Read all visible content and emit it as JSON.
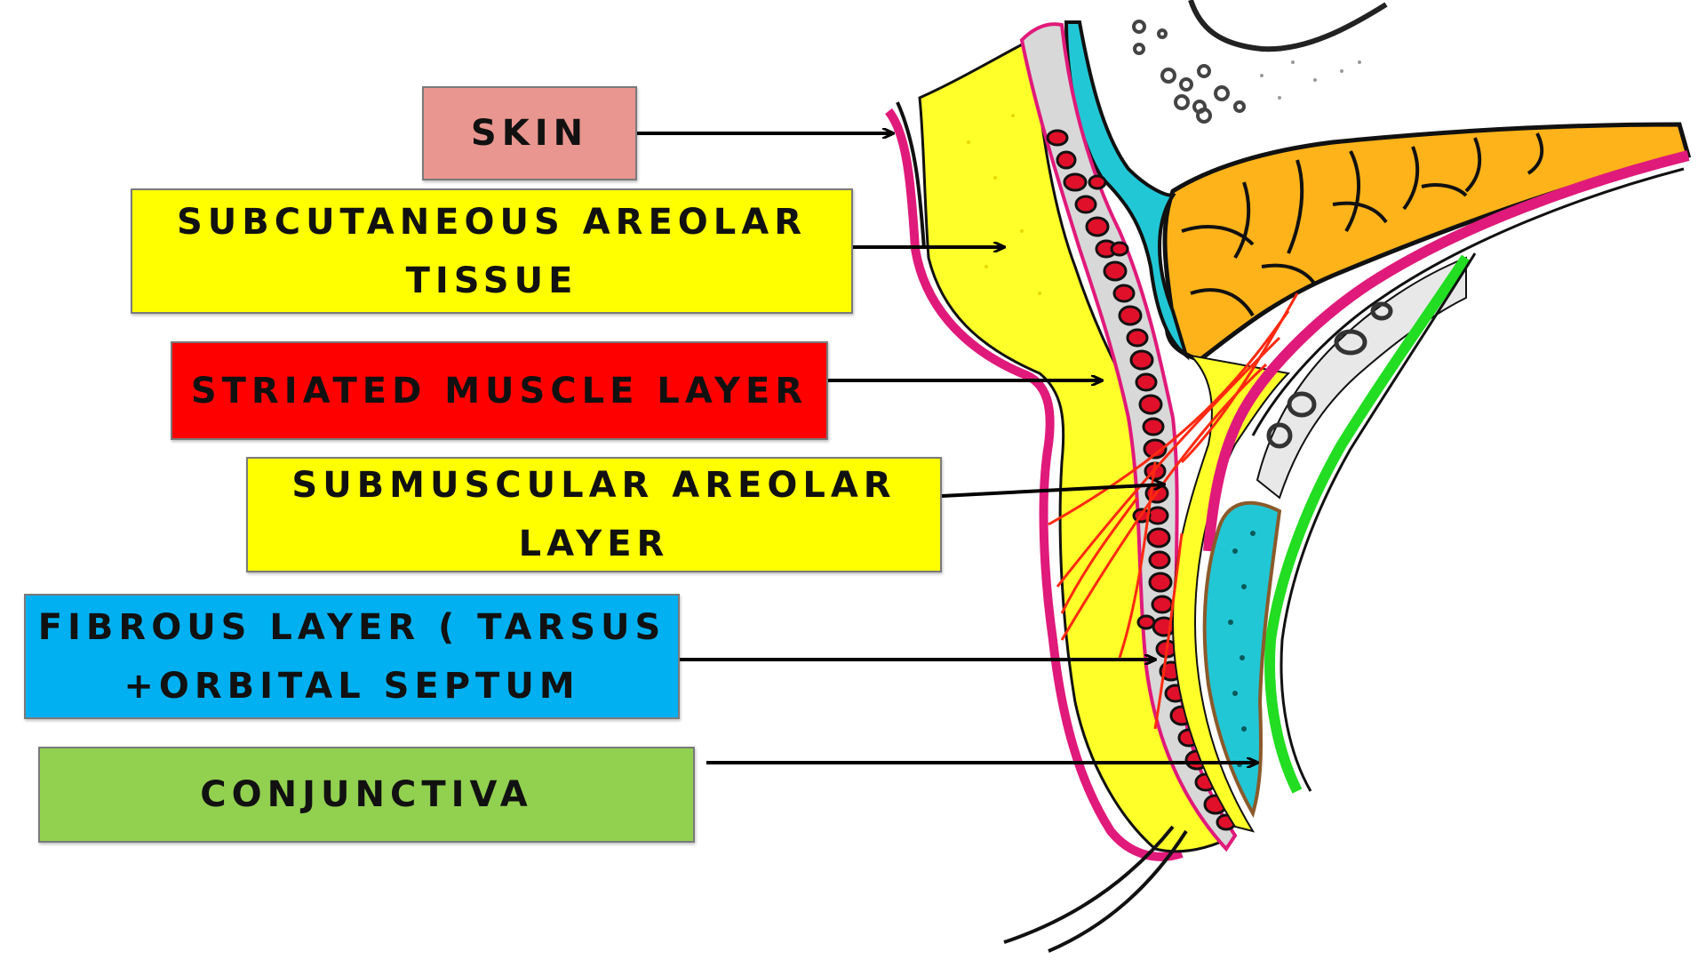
{
  "labels": {
    "skin": "SKIN",
    "subcutaneous": "SUBCUTANEOUS AREOLAR TISSUE",
    "striated": "STRIATED MUSCLE LAYER",
    "submuscular": "SUBMUSCULAR AREOLAR LAYER",
    "fibrous_line1": "FIBROUS LAYER ( TARSUS",
    "fibrous_line2": "+ORBITAL SEPTUM",
    "conjunctiva": "CONJUNCTIVA"
  },
  "colors": {
    "skin": "#e8968f",
    "subcutaneous": "#ffff00",
    "striated": "#ff0000",
    "submuscular": "#ffff00",
    "fibrous": "#00b0f0",
    "conjunctiva": "#92d050",
    "skin_line": "#e01a7a",
    "muscle": "#e0102a",
    "fat": "#ffb31a",
    "tarsus": "#22c7d6",
    "conj_line": "#22dd22",
    "vessel": "#ff2a10"
  }
}
